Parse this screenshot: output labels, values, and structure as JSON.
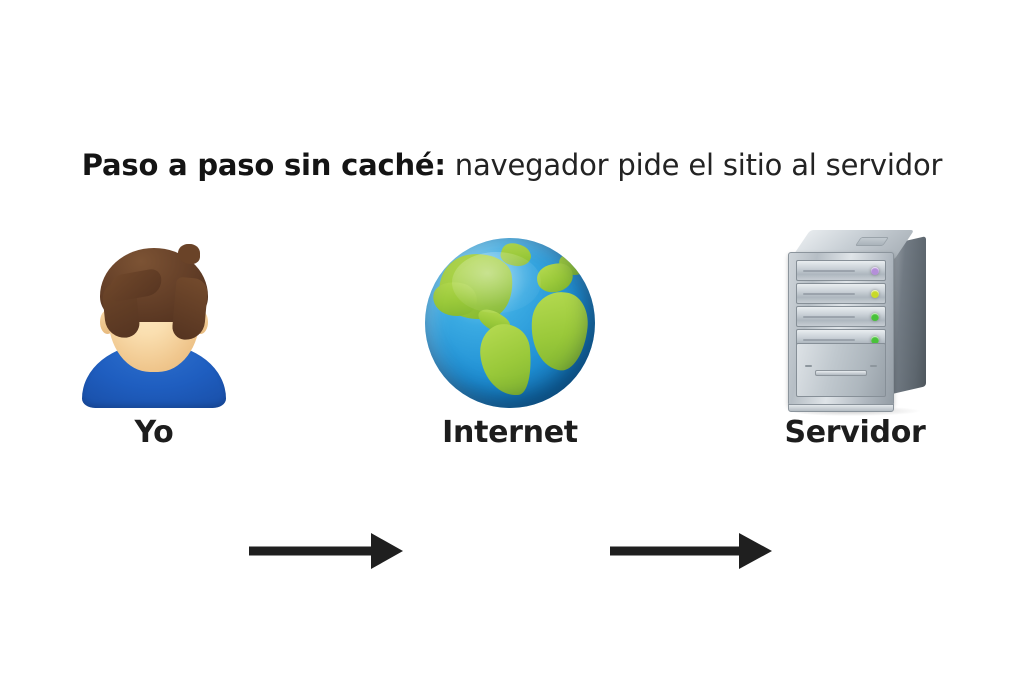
{
  "page": {
    "background_color": "#ffffff",
    "language": "es"
  },
  "title": {
    "bold_part": "Paso a paso sin caché:",
    "rest_part": " navegador pide el sitio al servidor",
    "full_text": "Paso a paso sin caché: navegador pide el sitio al servidor",
    "color": "#1d1d1d"
  },
  "flow": {
    "nodes": [
      {
        "id": "user",
        "label": "Yo",
        "icon": "person-bust-icon",
        "colors": {
          "shirt": "#1f5ec0",
          "hair": "#69432a",
          "skin": "#f5dcae"
        }
      },
      {
        "id": "internet",
        "label": "Internet",
        "icon": "globe-earth-icon",
        "colors": {
          "ocean": "#1f8fd4",
          "land": "#9ac93a"
        }
      },
      {
        "id": "server",
        "label": "Servidor",
        "icon": "server-tower-icon",
        "colors": {
          "chassis": "#c0c8ce",
          "side_panel": "#5d666e"
        }
      }
    ],
    "arrows": [
      {
        "id": "arrow-user-to-internet",
        "from": "user",
        "to": "internet",
        "direction": "right",
        "color": "#1f1f1f"
      },
      {
        "id": "arrow-internet-to-server",
        "from": "internet",
        "to": "server",
        "direction": "right",
        "color": "#1f1f1f"
      }
    ],
    "server_leds": [
      {
        "index": 1,
        "color": "#b48fd9"
      },
      {
        "index": 2,
        "color": "#c8d92a"
      },
      {
        "index": 3,
        "color": "#49c23a"
      },
      {
        "index": 4,
        "color": "#49c23a"
      },
      {
        "index": 5,
        "color": "#49c23a"
      }
    ]
  }
}
